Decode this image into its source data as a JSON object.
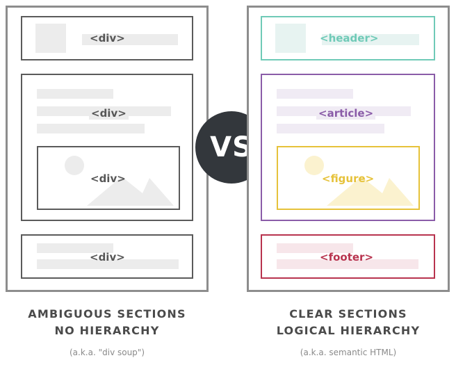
{
  "left": {
    "boxes": {
      "top": "<div>",
      "middle": "<div>",
      "inner": "<div>",
      "bottom": "<div>"
    },
    "caption_line1": "AMBIGUOUS SECTIONS",
    "caption_line2": "NO HIERARCHY",
    "aka": "(a.k.a. \"div soup\")"
  },
  "vs_label": "VS",
  "right": {
    "boxes": {
      "header": "<header>",
      "article": "<article>",
      "figure": "<figure>",
      "footer": "<footer>"
    },
    "caption_line1": "CLEAR SECTIONS",
    "caption_line2": "LOGICAL HIERARCHY",
    "aka": "(a.k.a. semantic HTML)"
  },
  "colors": {
    "neutral_border": "#5a5a5a",
    "header": "#6fcab7",
    "article": "#8a5ca8",
    "figure": "#e6c23a",
    "footer": "#b8334e",
    "vs_circle": "#33373c"
  }
}
